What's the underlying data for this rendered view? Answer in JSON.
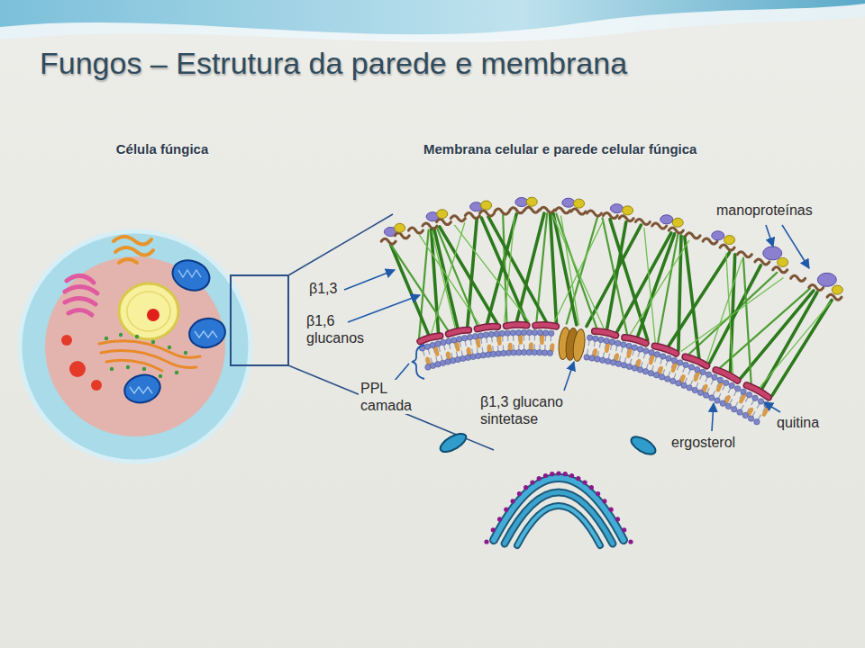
{
  "diagram": {
    "title": "Fungos – Estrutura da parede e membrana",
    "labels": [
      "Célula fúngica",
      "Membrana celular e parede celular fúngica",
      "manoproteínas",
      "β1,3",
      "β1,6 glucanos",
      "PPL camada",
      "β1,3 glucano sintetase",
      "ergosterol",
      "quitina"
    ]
  }
}
